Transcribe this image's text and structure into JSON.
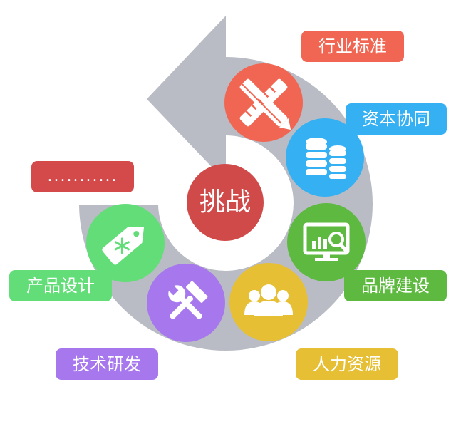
{
  "center": {
    "label": "挑战",
    "color": "#d14a4a"
  },
  "arrow_color": "#b9bcc4",
  "nodes": [
    {
      "label": "行业标准",
      "color": "#f06652",
      "icon": "pencil-ruler-icon"
    },
    {
      "label": "资本协同",
      "color": "#35b0f2",
      "icon": "coin-stack-icon"
    },
    {
      "label": "品牌建设",
      "color": "#5db93f",
      "icon": "analytics-monitor-icon"
    },
    {
      "label": "人力资源",
      "color": "#e6bf34",
      "icon": "people-group-icon"
    },
    {
      "label": "技术研发",
      "color": "#a777ee",
      "icon": "tools-icon"
    },
    {
      "label": "产品设计",
      "color": "#62dd78",
      "icon": "price-tag-icon"
    }
  ],
  "extra_label": {
    "label": "...........",
    "color": "#d44a4a"
  }
}
